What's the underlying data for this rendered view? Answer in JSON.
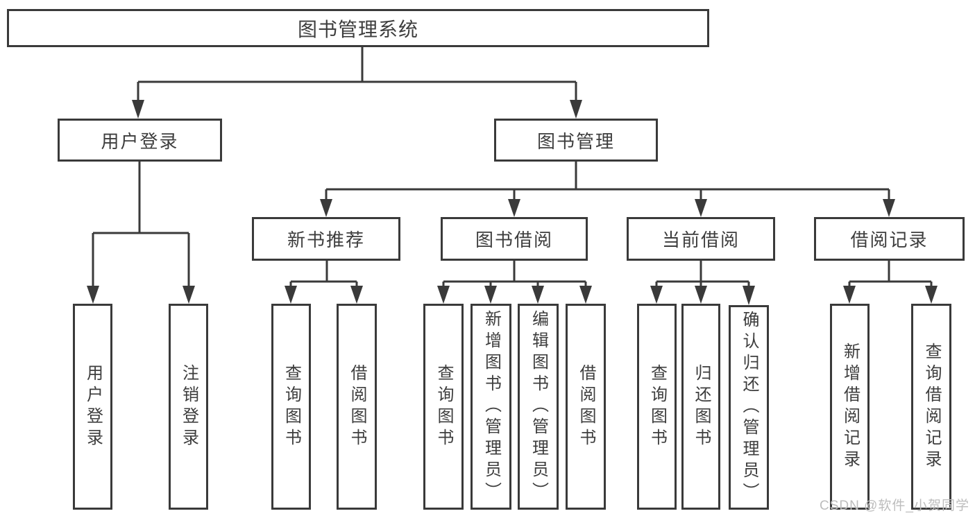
{
  "colors": {
    "line": "#3a3a3a",
    "text": "#3d3d3d",
    "watermark": "#bdbdbd",
    "bg": "#ffffff"
  },
  "watermark": {
    "text": "CSDN @软件_小贺同学"
  },
  "tree": {
    "root": {
      "label": "图书管理系统",
      "children": [
        {
          "label": "用户登录",
          "children": [
            {
              "label": "用户登录"
            },
            {
              "label": "注销登录"
            }
          ]
        },
        {
          "label": "图书管理",
          "children": [
            {
              "label": "新书推荐",
              "children": [
                {
                  "label": "查询图书"
                },
                {
                  "label": "借阅图书"
                }
              ]
            },
            {
              "label": "图书借阅",
              "children": [
                {
                  "label": "查询图书"
                },
                {
                  "label": "新增图书（管理员）"
                },
                {
                  "label": "编辑图书（管理员）"
                },
                {
                  "label": "借阅图书"
                }
              ]
            },
            {
              "label": "当前借阅",
              "children": [
                {
                  "label": "查询图书"
                },
                {
                  "label": "归还图书"
                },
                {
                  "label": "确认归还（管理员）"
                }
              ]
            },
            {
              "label": "借阅记录",
              "children": [
                {
                  "label": "新增借阅记录"
                },
                {
                  "label": "查询借阅记录"
                }
              ]
            }
          ]
        }
      ]
    }
  }
}
